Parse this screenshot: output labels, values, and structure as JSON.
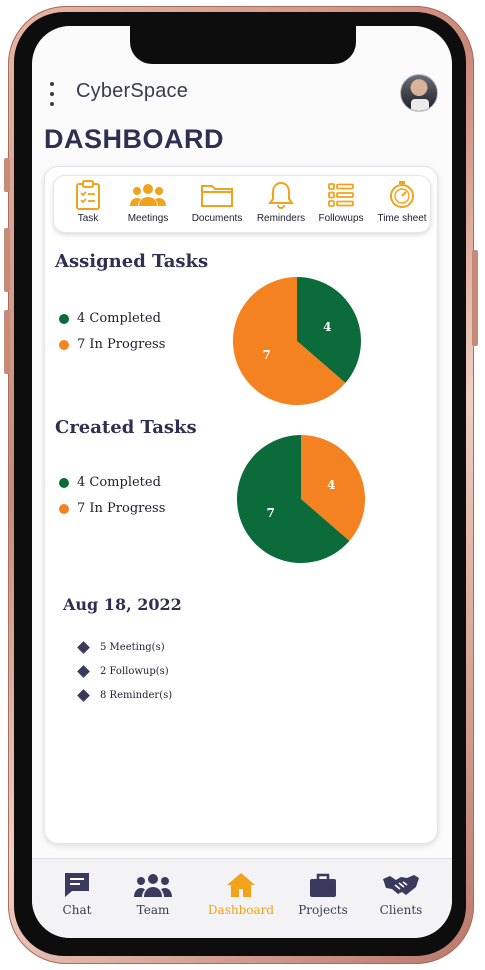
{
  "header": {
    "app_title": "CyberSpace",
    "menu_icon": "kebab-menu-icon",
    "avatar": "user-avatar"
  },
  "page": {
    "title": "DASHBOARD"
  },
  "quick_actions": [
    {
      "label": "Task",
      "icon": "clipboard-icon"
    },
    {
      "label": "Meetings",
      "icon": "people-icon"
    },
    {
      "label": "Documents",
      "icon": "folder-icon"
    },
    {
      "label": "Reminders",
      "icon": "bell-icon"
    },
    {
      "label": "Followups",
      "icon": "list-icon"
    },
    {
      "label": "Time sheet",
      "icon": "stopwatch-icon"
    }
  ],
  "assigned": {
    "title": "Assigned Tasks",
    "legend": [
      {
        "text": "4 Completed",
        "color": "#0b6b3a"
      },
      {
        "text": "7 In Progress",
        "color": "#f58220"
      }
    ]
  },
  "created": {
    "title": "Created Tasks",
    "legend": [
      {
        "text": "4 Completed",
        "color": "#0b6b3a"
      },
      {
        "text": "7 In Progress",
        "color": "#f58220"
      }
    ]
  },
  "chart_data": [
    {
      "type": "pie",
      "title": "Assigned Tasks",
      "categories": [
        "Completed",
        "In Progress"
      ],
      "values": [
        4,
        7
      ],
      "colors": [
        "#0b6b3a",
        "#f58220"
      ],
      "labels": [
        "4",
        "7"
      ]
    },
    {
      "type": "pie",
      "title": "Created Tasks",
      "categories": [
        "In Progress",
        "Completed"
      ],
      "values": [
        4,
        7
      ],
      "colors": [
        "#f58220",
        "#0b6b3a"
      ],
      "labels": [
        "4",
        "7"
      ]
    }
  ],
  "schedule": {
    "date": "Aug 18, 2022",
    "events": [
      "5 Meeting(s)",
      "2 Followup(s)",
      "8 Reminder(s)"
    ]
  },
  "bottom_nav": [
    {
      "label": "Chat",
      "icon": "chat-icon",
      "active": false
    },
    {
      "label": "Team",
      "icon": "team-icon",
      "active": false
    },
    {
      "label": "Dashboard",
      "icon": "home-icon",
      "active": true
    },
    {
      "label": "Projects",
      "icon": "briefcase-icon",
      "active": false
    },
    {
      "label": "Clients",
      "icon": "handshake-icon",
      "active": false
    }
  ],
  "colors": {
    "accent": "#f2a21b",
    "navy": "#2f2f52",
    "green": "#0b6b3a",
    "orange": "#f58220"
  }
}
